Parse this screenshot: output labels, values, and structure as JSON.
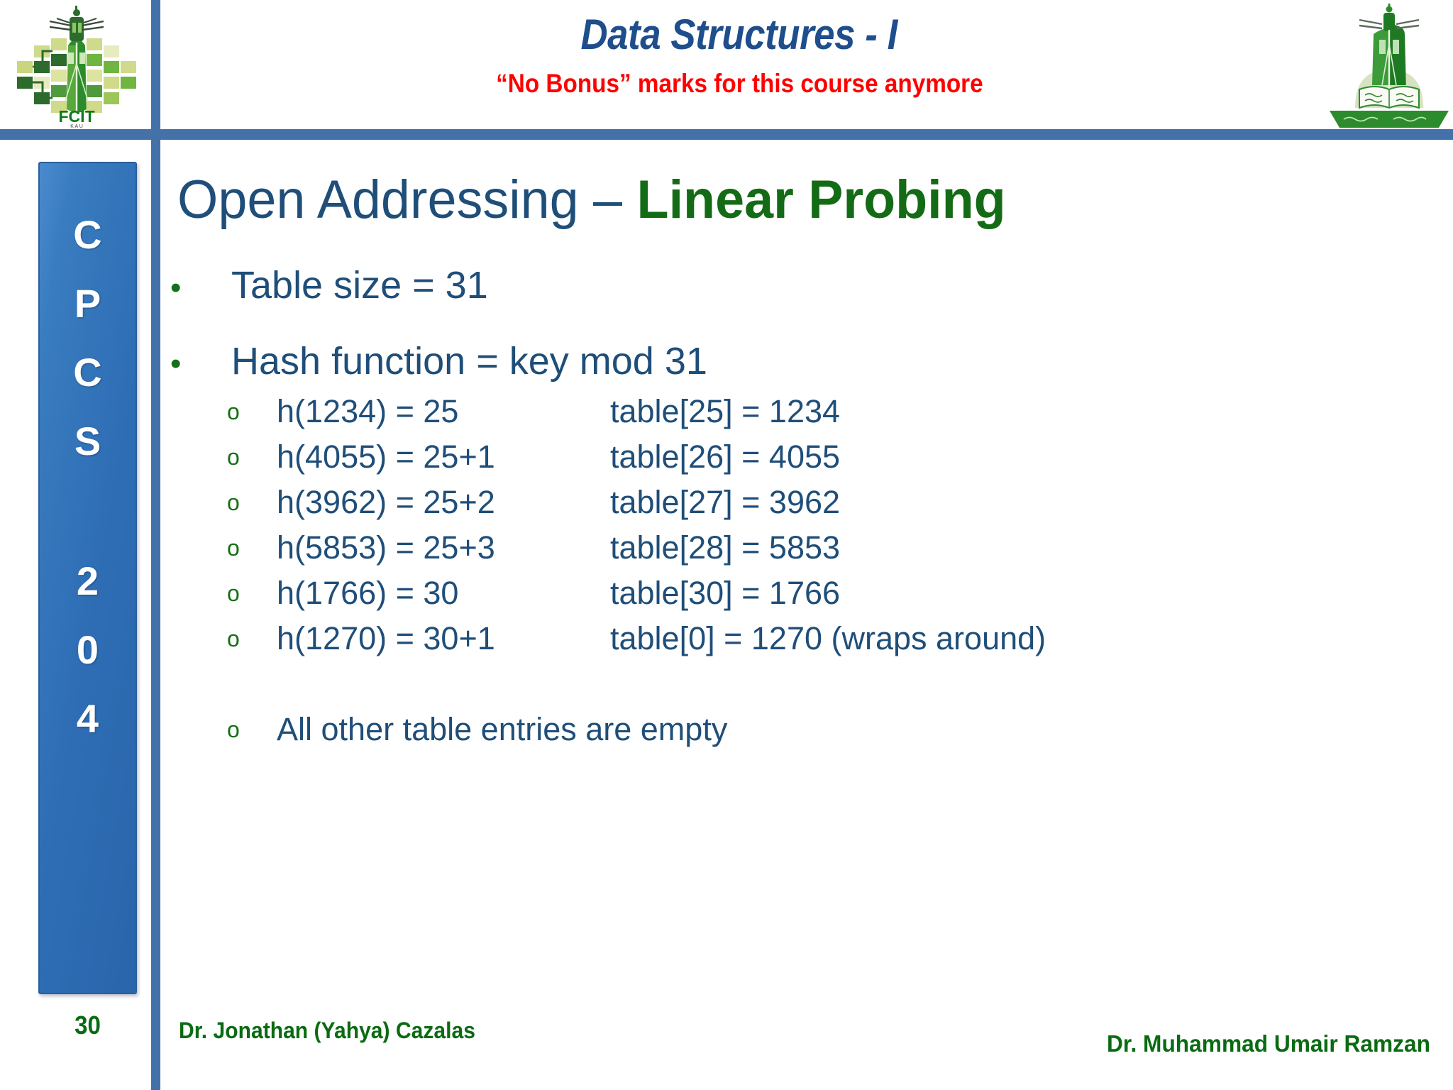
{
  "header": {
    "deck_title": "Data Structures - I",
    "deck_subtitle": "“No Bonus” marks for this course anymore",
    "logo_left_name": "FCIT",
    "logo_left_sub": "K A U",
    "logo_right_name": "King Abdulaziz University emblem",
    "accent_bar_color": "#4472A8",
    "title_color": "#1F4E8C",
    "subtitle_color": "#FF0000"
  },
  "sidebar": {
    "letters": [
      "C",
      "P",
      "C",
      "S",
      "2",
      "0",
      "4"
    ],
    "course_code": "CPCS 204",
    "box_color": "#2E6DB4",
    "text_color": "#FFFFFF"
  },
  "footer": {
    "page_number": "30",
    "author_left": "Dr. Jonathan (Yahya) Cazalas",
    "author_right": "Dr. Muhammad Umair Ramzan",
    "text_color": "#0A6B12"
  },
  "main": {
    "heading_part1": "Open Addressing – ",
    "heading_part2": "Linear Probing",
    "heading_color": "#1F4E79",
    "heading_highlight_color": "#146B16",
    "bullet_marker": "•",
    "sub_marker": "o",
    "bullets": [
      {
        "text": "Table size = 31"
      },
      {
        "text": "Hash function = key mod 31"
      }
    ],
    "sub_items": [
      {
        "left": "h(1234) = 25",
        "right": "table[25] = 1234"
      },
      {
        "left": "h(4055) = 25+1",
        "right": "table[26] = 4055"
      },
      {
        "left": "h(3962) = 25+2",
        "right": "table[27] = 3962"
      },
      {
        "left": "h(5853) = 25+3",
        "right": "table[28] = 5853"
      },
      {
        "left": "h(1766) = 30",
        "right": "table[30] = 1766"
      },
      {
        "left": "h(1270) = 30+1",
        "right": "table[0] = 1270 (wraps around)"
      }
    ],
    "final_item": "All other table entries are empty"
  }
}
